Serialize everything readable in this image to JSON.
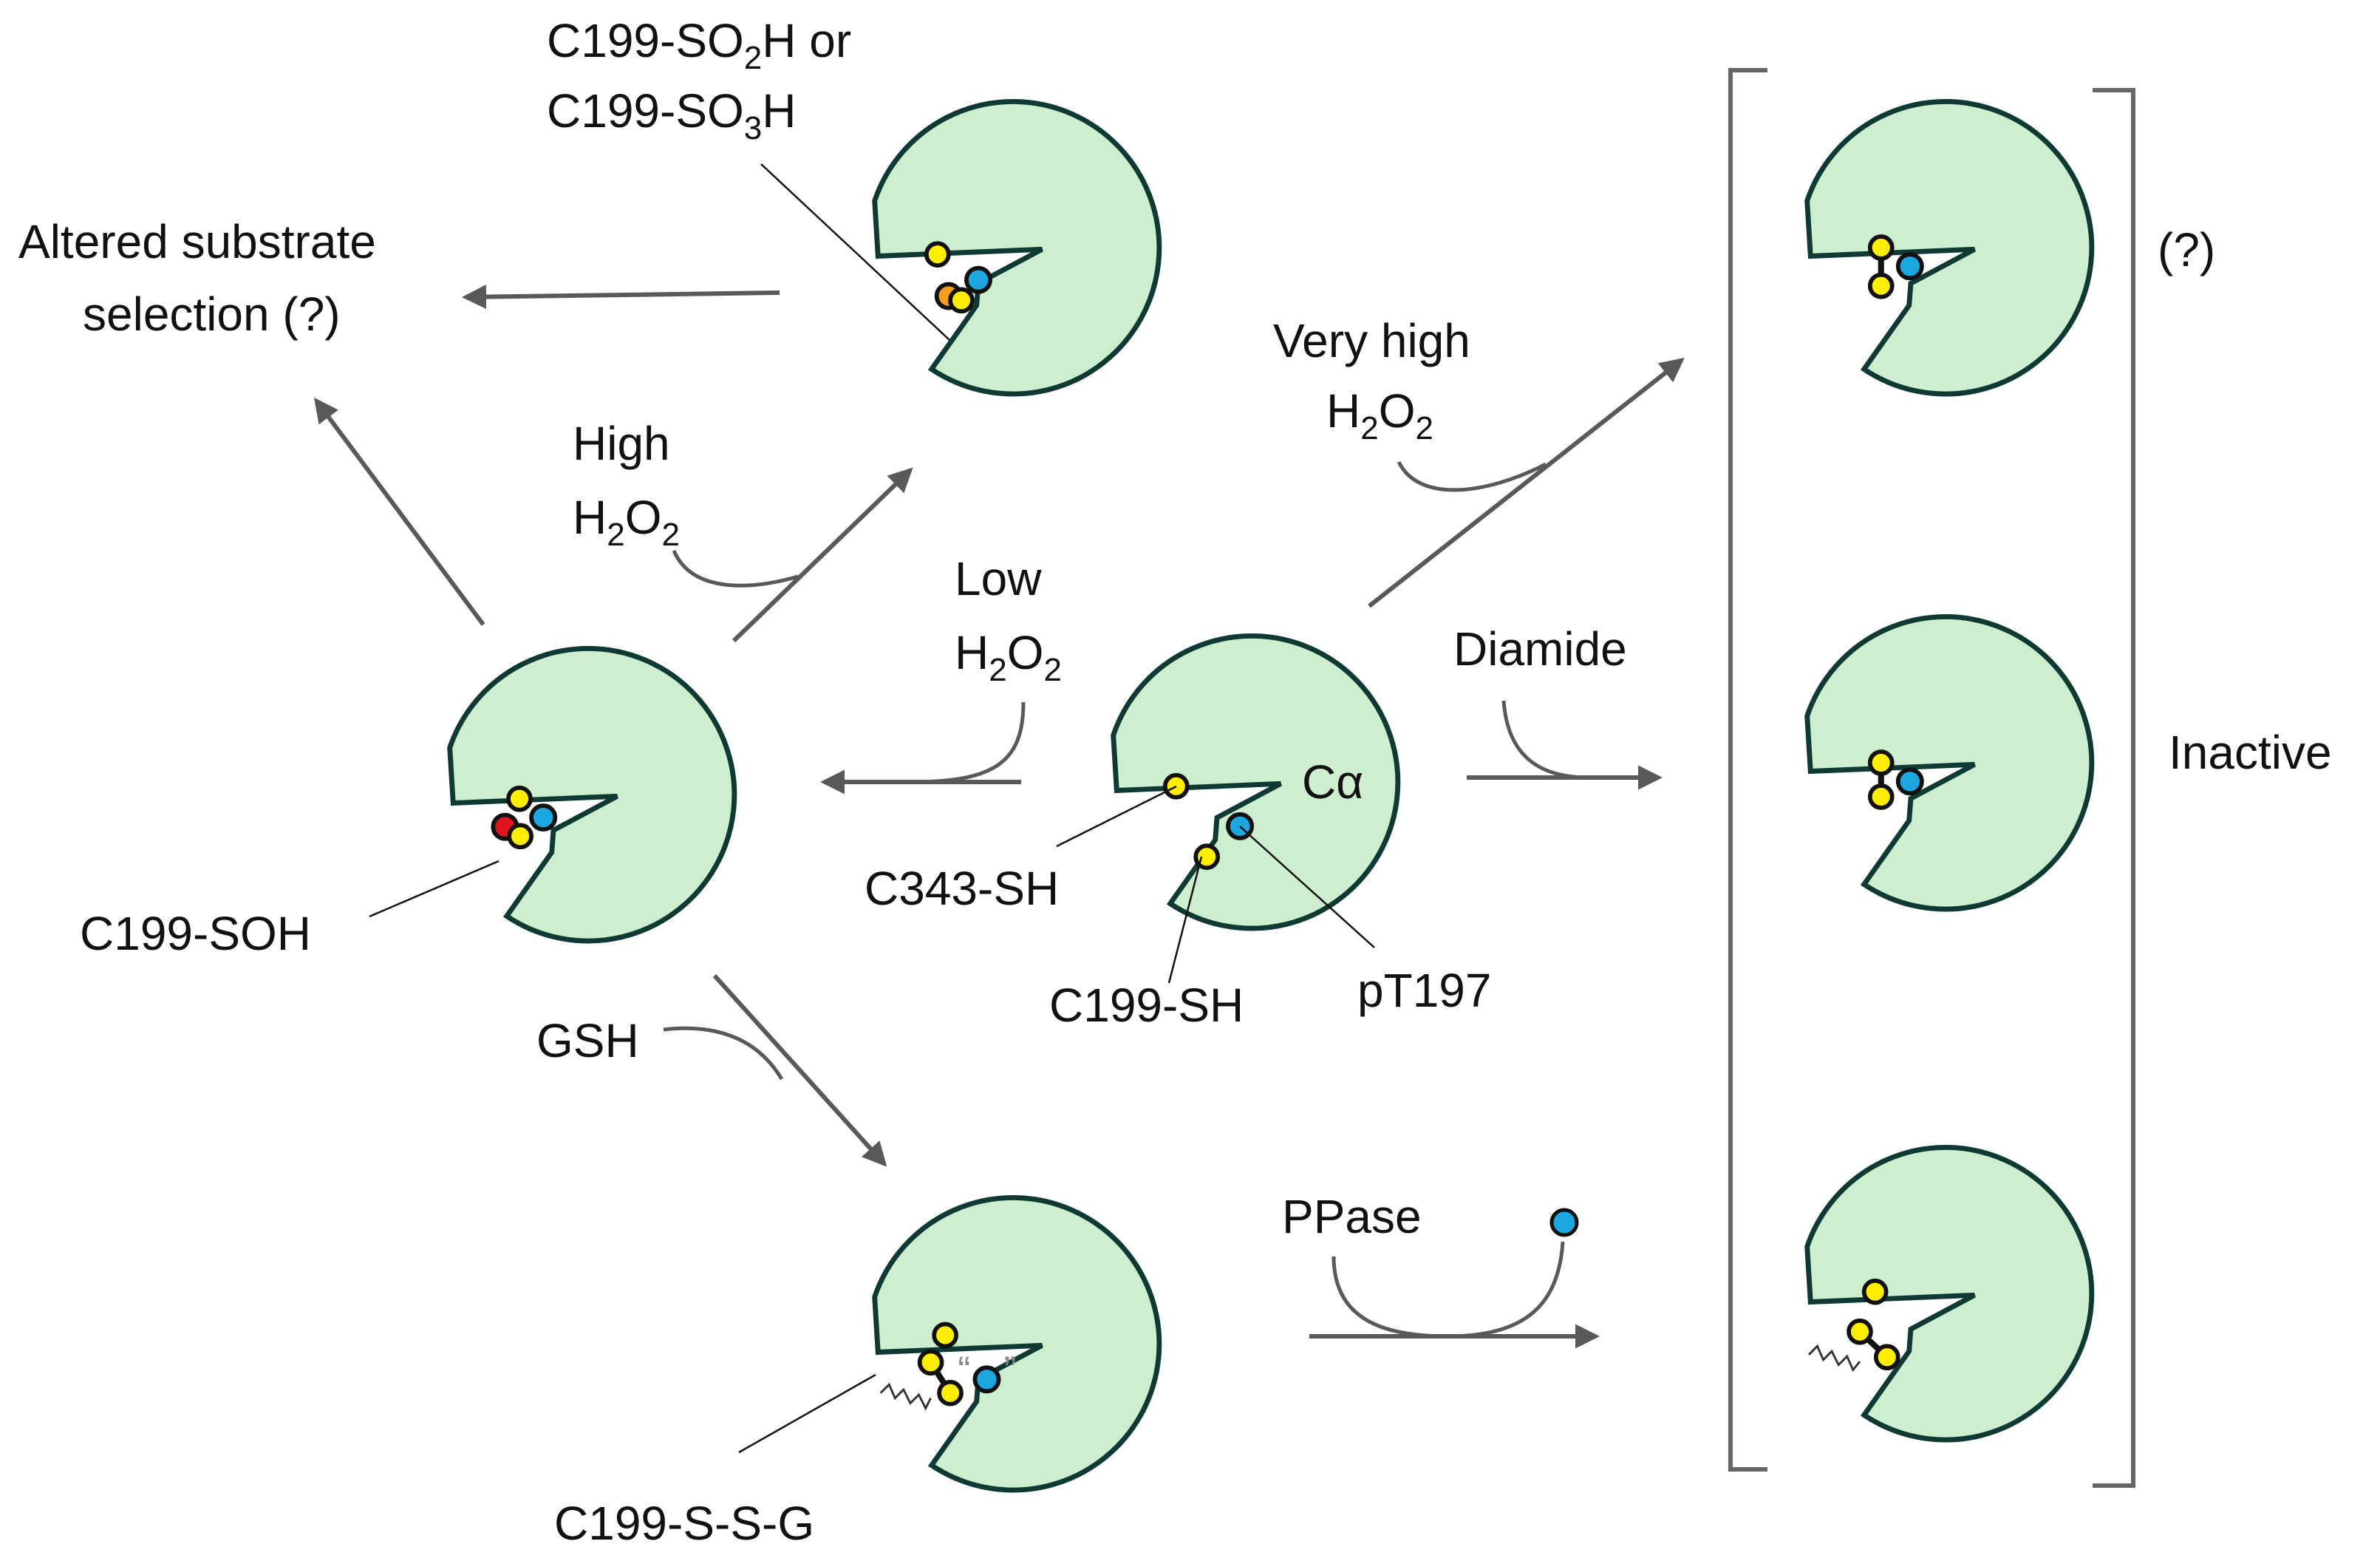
{
  "labels": {
    "altered_line1": "Altered substrate",
    "altered_line2": "selection (?)",
    "ox_top_line1": "C199-SO",
    "ox_top_sub1": "2",
    "ox_top_tail1": "H or",
    "ox_top_line2": "C199-SO",
    "ox_top_sub2": "3",
    "ox_top_tail2": "H",
    "high": "High",
    "very_high": "Very high",
    "low": "Low",
    "h": "H",
    "o": "O",
    "two": "2",
    "diamide": "Diamide",
    "gsh": "GSH",
    "ppase": "PPase",
    "calpha": "Cα",
    "c343": "C343-SH",
    "c199sh": "C199-SH",
    "pt197": "pT197",
    "c199soh": "C199-SOH",
    "c199ssg": "C199-S-S-G",
    "question": "(?)",
    "inactive": "Inactive",
    "quote_open": "“",
    "quote_close": "”"
  },
  "colors": {
    "enzyme_fill": "#cdeecf",
    "enzyme_outline": "#0f3a34",
    "cysteine": "#ffee00",
    "phospho": "#1da7e0",
    "sulfenic": "#e0141b",
    "sulfinic": "#f0a01e",
    "arrow": "#595959"
  }
}
